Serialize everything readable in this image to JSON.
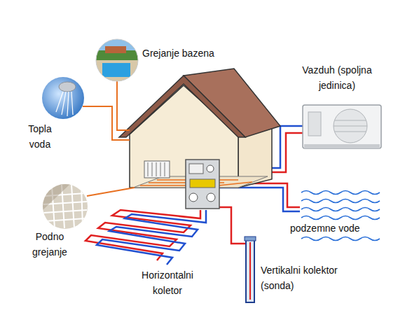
{
  "diagram": {
    "labels": [
      "Grejanje bazena",
      "Vazduh (spoljna jedinica)",
      "Topla voda",
      "podzemne vode",
      "Podno grejanje",
      "Horizontalni koletor",
      "Vertikalni kolektor (sonda)"
    ]
  }
}
